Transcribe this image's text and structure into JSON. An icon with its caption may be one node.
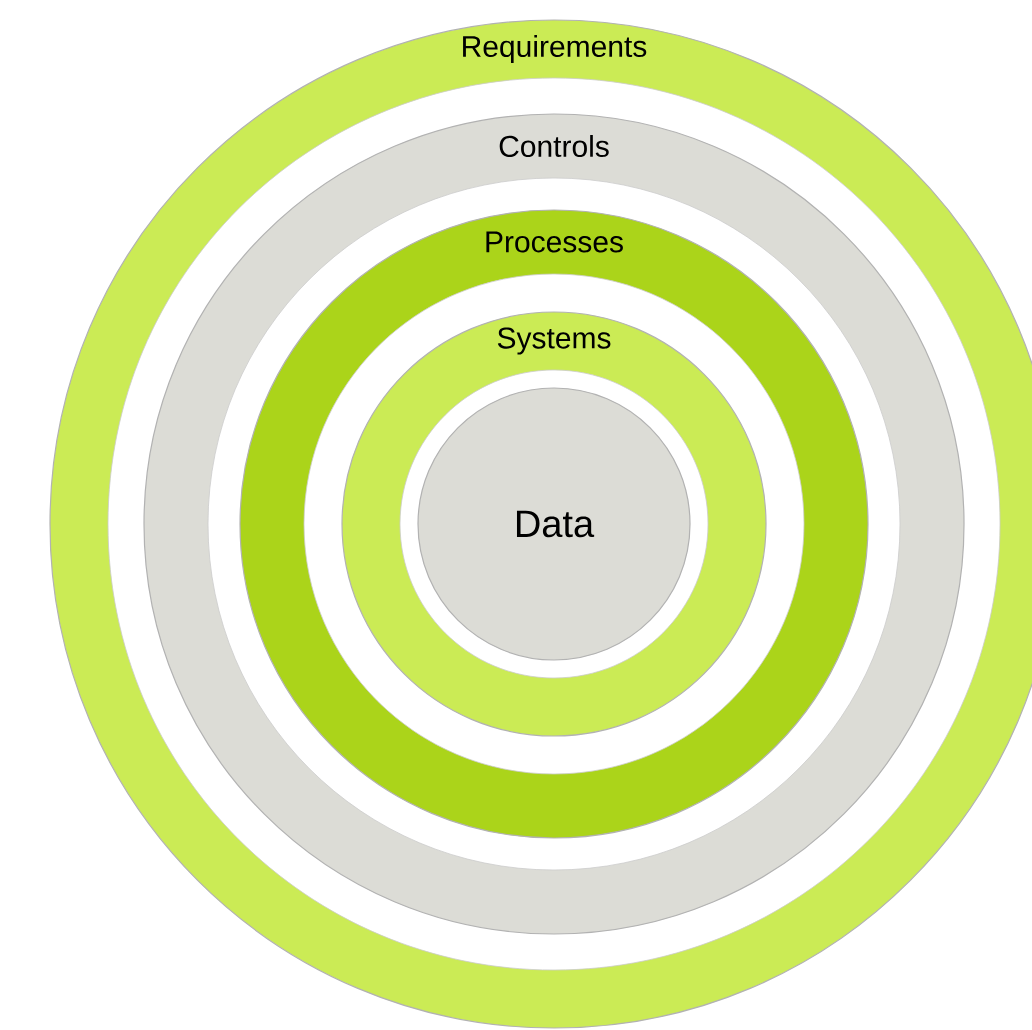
{
  "diagram": {
    "nodes": [
      {
        "text": [
          "Requirements"
        ]
      },
      {
        "text": [
          "Controls"
        ],
        "in": 0
      },
      {
        "text": [
          "Processes"
        ],
        "in": 1
      },
      {
        "text": [
          "Systems"
        ],
        "in": 2
      },
      {
        "text": [
          "Data"
        ],
        "in": 3
      }
    ]
  }
}
